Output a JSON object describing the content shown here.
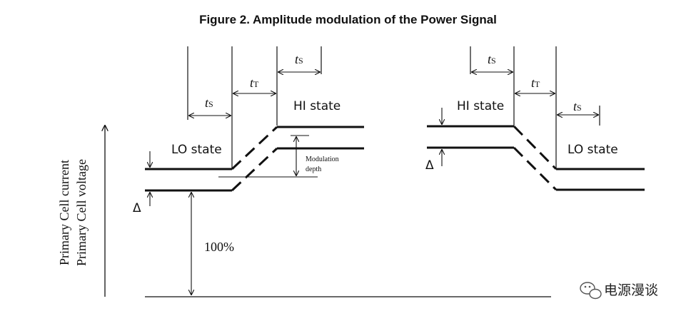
{
  "figure": {
    "title": "Figure 2. Amplitude modulation of the Power Signal",
    "y_axis_label_1": "Primary Cell current",
    "y_axis_label_2": "Primary Cell voltage",
    "left": {
      "lo_state": "LO state",
      "hi_state": "HI state",
      "t_s_1": "t",
      "t_s_1_sub": "S",
      "t_t": "t",
      "t_t_sub": "T",
      "t_s_2": "t",
      "t_s_2_sub": "S",
      "delta": "Δ",
      "modulation_depth_1": "Modulation",
      "modulation_depth_2": "depth",
      "percent": "100%"
    },
    "right": {
      "hi_state": "HI state",
      "lo_state": "LO state",
      "t_s_1": "t",
      "t_s_1_sub": "S",
      "t_t": "t",
      "t_t_sub": "T",
      "t_s_2": "t",
      "t_s_2_sub": "S",
      "delta": "Δ"
    }
  },
  "watermark": {
    "text": "电源漫谈",
    "icon": "wechat-icon"
  }
}
